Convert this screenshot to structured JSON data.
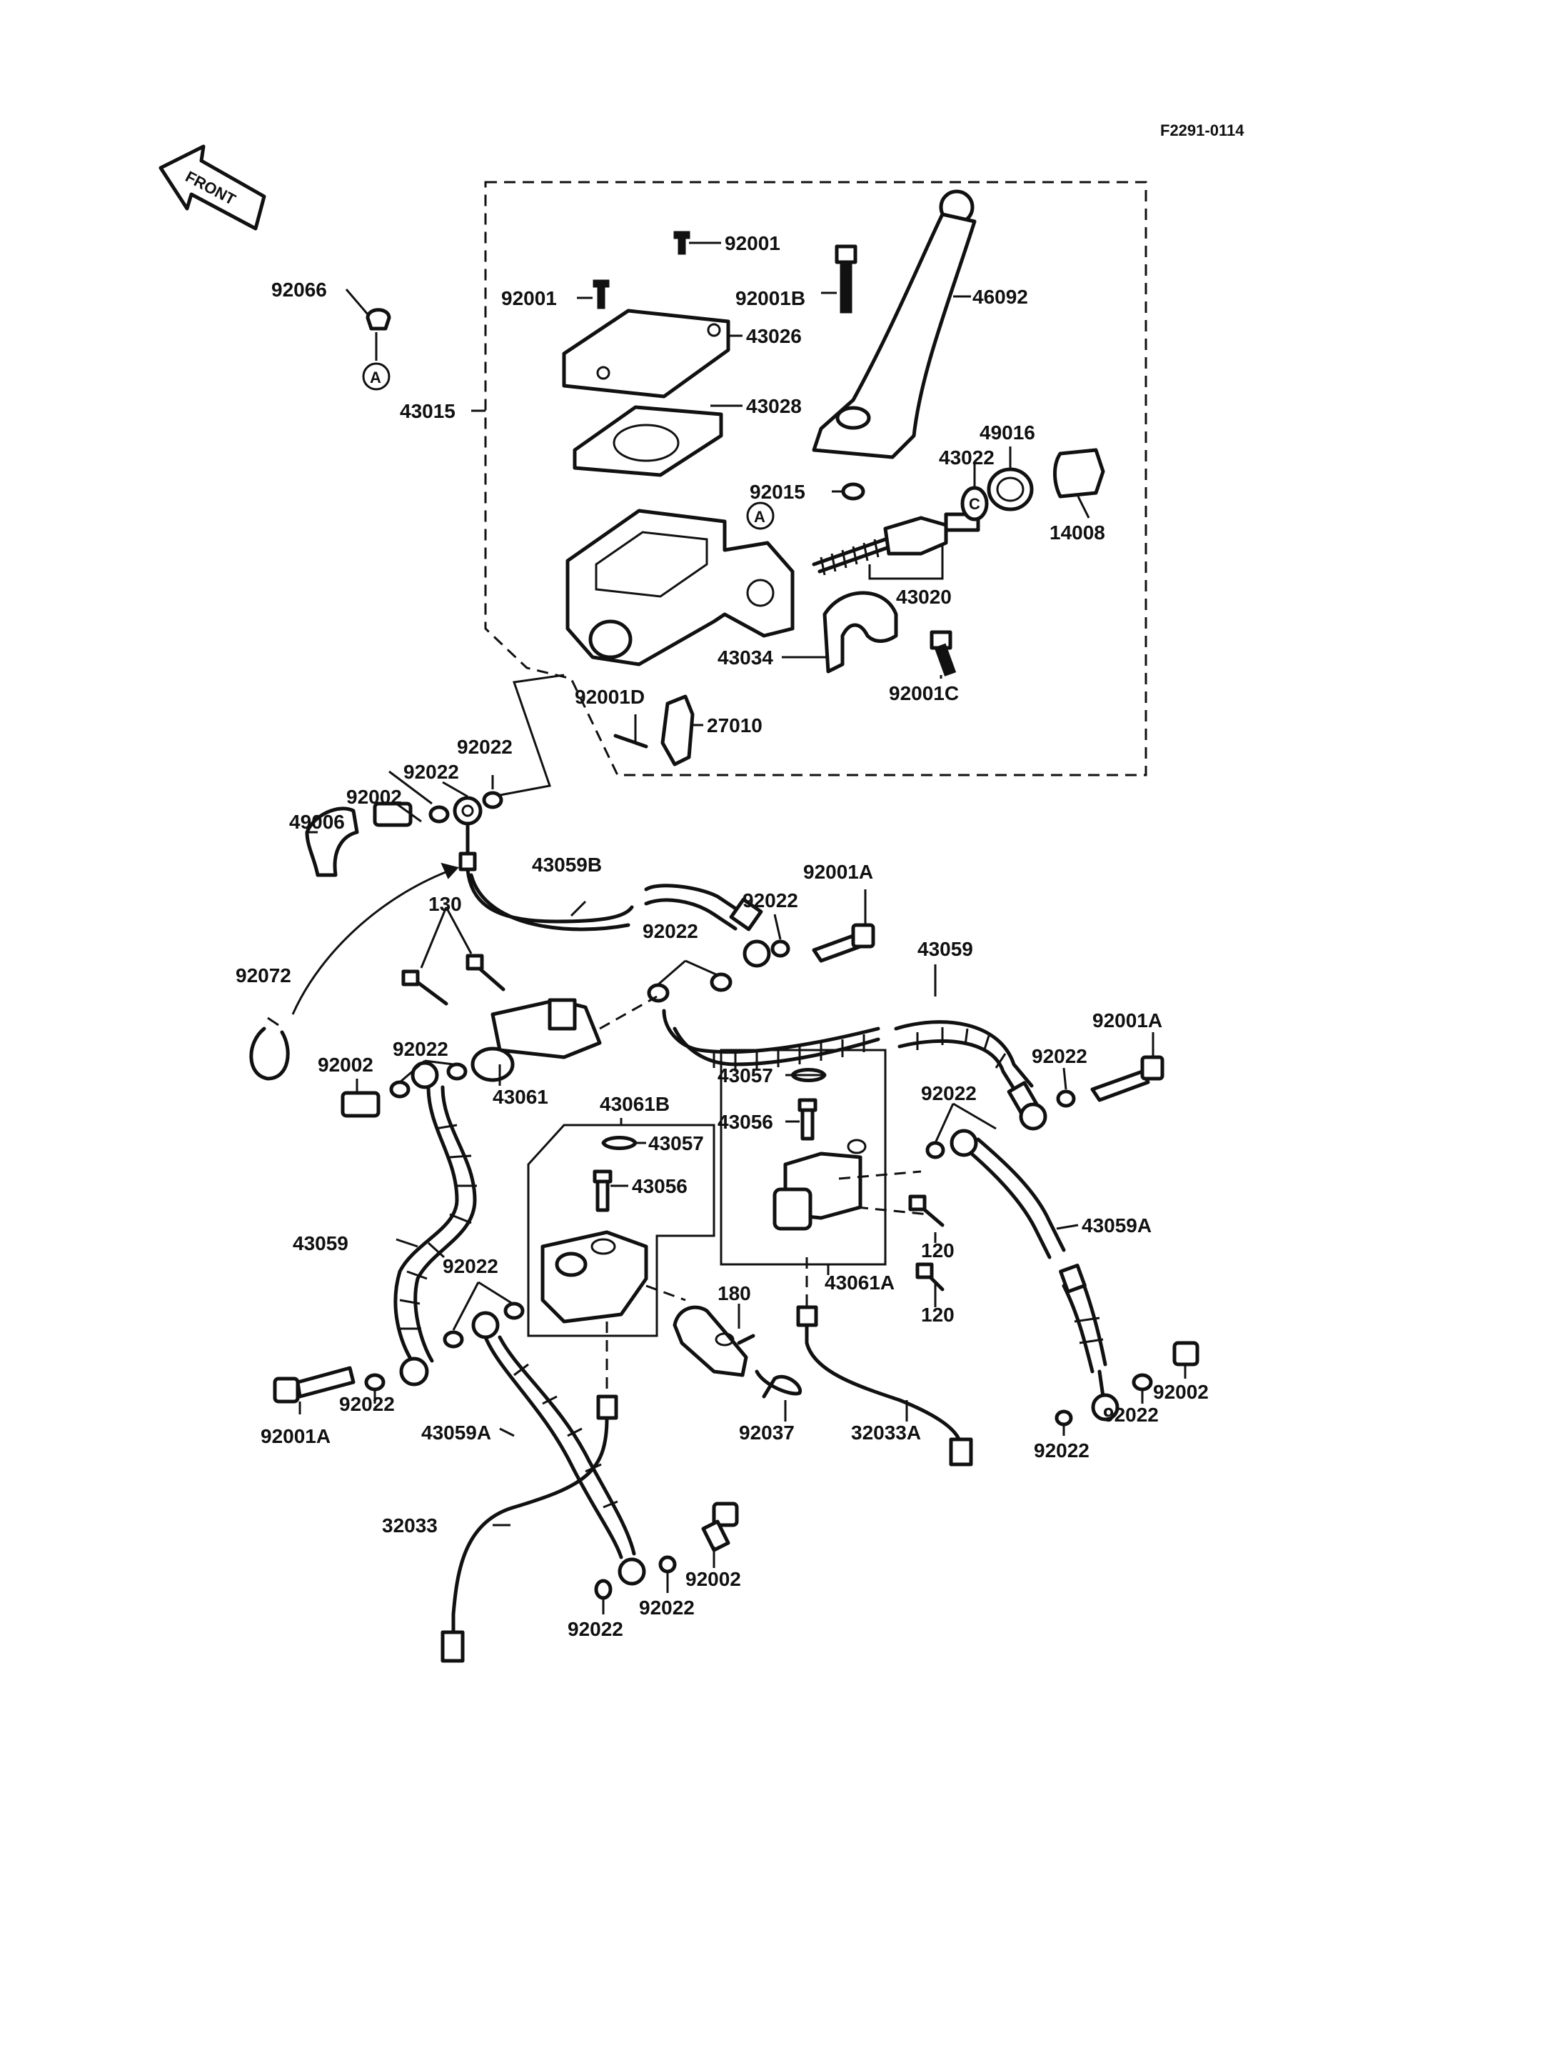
{
  "ref_code": "F2291-0114",
  "front_arrow_text": "FRONT",
  "circle_letter": "A",
  "labels": {
    "p43015": "43015",
    "p92066": "92066",
    "p92001_top": "92001",
    "p92001_lid": "92001",
    "p92001B": "92001B",
    "p46092": "46092",
    "p43026": "43026",
    "p43028": "43028",
    "p92015": "92015",
    "p49016": "49016",
    "p43022": "43022",
    "p14008": "14008",
    "p43020": "43020",
    "p43034": "43034",
    "p92001C": "92001C",
    "p92001D": "92001D",
    "p27010": "27010",
    "p92022_a": "92022",
    "p92022_b": "92022",
    "p92002_a": "92002",
    "p49006": "49006",
    "p43059B": "43059B",
    "p92001A_a": "92001A",
    "p92022_c": "92022",
    "p92022_d": "92022",
    "p130": "130",
    "p92072": "92072",
    "p43059_a": "43059",
    "p92001A_b": "92001A",
    "p92022_e": "92022",
    "p92022_f": "92022",
    "p92022_g": "92022",
    "p92002_b": "92002",
    "p43061": "43061",
    "p43061B": "43061B",
    "p43057_a": "43057",
    "p43056_a": "43056",
    "p43057_b": "43057",
    "p43056_b": "43056",
    "p43059A_a": "43059A",
    "p120_a": "120",
    "p120_b": "120",
    "p43061A": "43061A",
    "p43059_b": "43059",
    "p92022_h": "92022",
    "p180": "180",
    "p92001A_c": "92001A",
    "p92022_i": "92022",
    "p43059A_b": "43059A",
    "p92037": "92037",
    "p32033A": "32033A",
    "p92022_j": "92022",
    "p92022_k": "92022",
    "p92002_c": "92002",
    "p32033": "32033",
    "p92002_d": "92002",
    "p92022_l": "92022",
    "p92022_m": "92022"
  }
}
